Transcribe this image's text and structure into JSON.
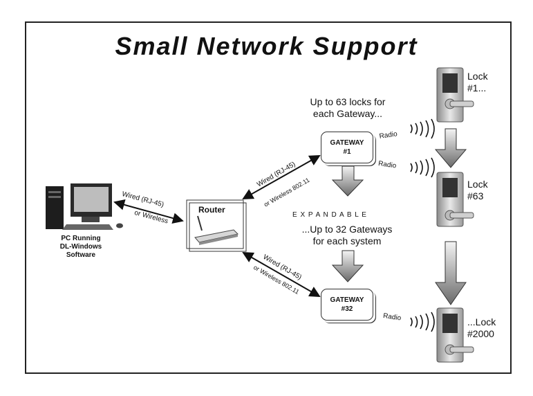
{
  "title": "Small Network Support",
  "pc": {
    "label_line1": "PC Running",
    "label_line2": "DL-Windows",
    "label_line3": "Software"
  },
  "router": {
    "label": "Router"
  },
  "links": {
    "pc_router_line1": "Wired (RJ-45)",
    "pc_router_line2": "or Wireless",
    "router_gw1_line1": "Wired (RJ-45)",
    "router_gw1_line2": "or Wireless 802.11",
    "router_gw32_line1": "Wired (RJ-45)",
    "router_gw32_line2": "or Wireless 802.11"
  },
  "gateways": [
    {
      "line1": "GATEWAY",
      "line2": "#1"
    },
    {
      "line1": "GATEWAY",
      "line2": "#32"
    }
  ],
  "notes": {
    "locks_per_gateway_line1": "Up to 63 locks for",
    "locks_per_gateway_line2": "each Gateway...",
    "expandable": "E X P A N D A B L E",
    "gateways_per_system_line1": "...Up to 32 Gateways",
    "gateways_per_system_line2": "for each system"
  },
  "radio": {
    "label": "Radio"
  },
  "locks": [
    {
      "line1": "Lock",
      "line2": "#1..."
    },
    {
      "line1": "Lock",
      "line2": "#63"
    },
    {
      "line1": "...Lock",
      "line2": "#2000"
    }
  ]
}
